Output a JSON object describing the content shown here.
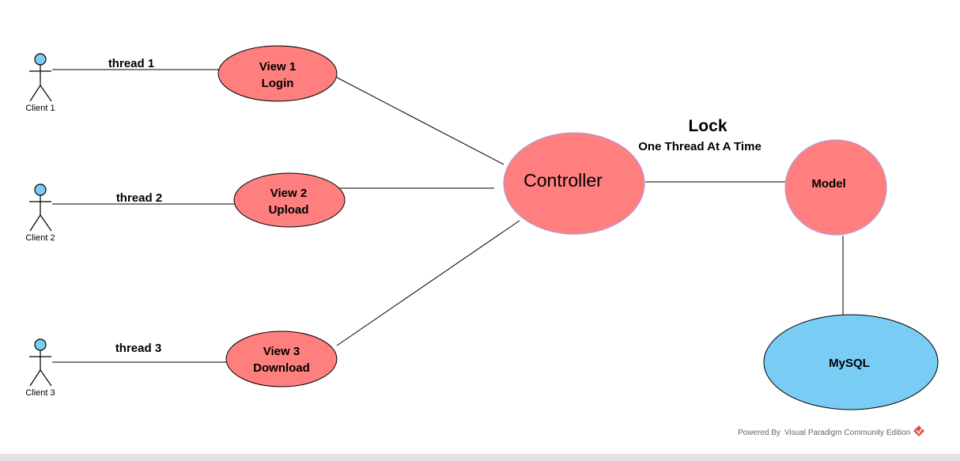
{
  "colors": {
    "view_fill": "#ff7f7f",
    "view_stroke": "#000000",
    "controller_fill": "#ff7f7f",
    "controller_stroke": "#b59ad6",
    "database_fill": "#79cdf4",
    "actor_head": "#79cdf4",
    "logo": "#d9534f"
  },
  "actors": [
    {
      "label": "Client 1",
      "thread": "thread 1"
    },
    {
      "label": "Client 2",
      "thread": "thread 2"
    },
    {
      "label": "Client 3",
      "thread": "thread 3"
    }
  ],
  "views": [
    {
      "line1": "View 1",
      "line2": "Login"
    },
    {
      "line1": "View 2",
      "line2": "Upload"
    },
    {
      "line1": "View 3",
      "line2": "Download"
    }
  ],
  "controller": {
    "label": "Controller"
  },
  "lock": {
    "title": "Lock",
    "subtitle": "One Thread At A Time"
  },
  "model": {
    "label": "Model"
  },
  "database": {
    "label": "MySQL"
  },
  "footer": {
    "powered_by": "Powered By",
    "product": "Visual Paradigm Community Edition",
    "icon": "visual-paradigm-logo-icon"
  }
}
